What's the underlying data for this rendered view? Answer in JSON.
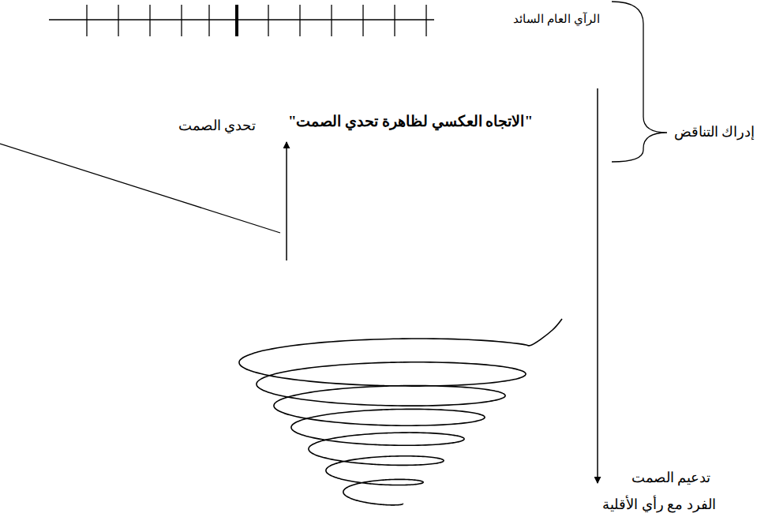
{
  "diagram": {
    "labels": [
      "الرآي العام السائد",
      "إدراك التناقض",
      "تحدي الصمت",
      "\"الاتجاه العكسي لظاهرة تحدي الصمت\"",
      "تدعيم الصمت",
      "الفرد مع رأي الأقلية"
    ]
  }
}
